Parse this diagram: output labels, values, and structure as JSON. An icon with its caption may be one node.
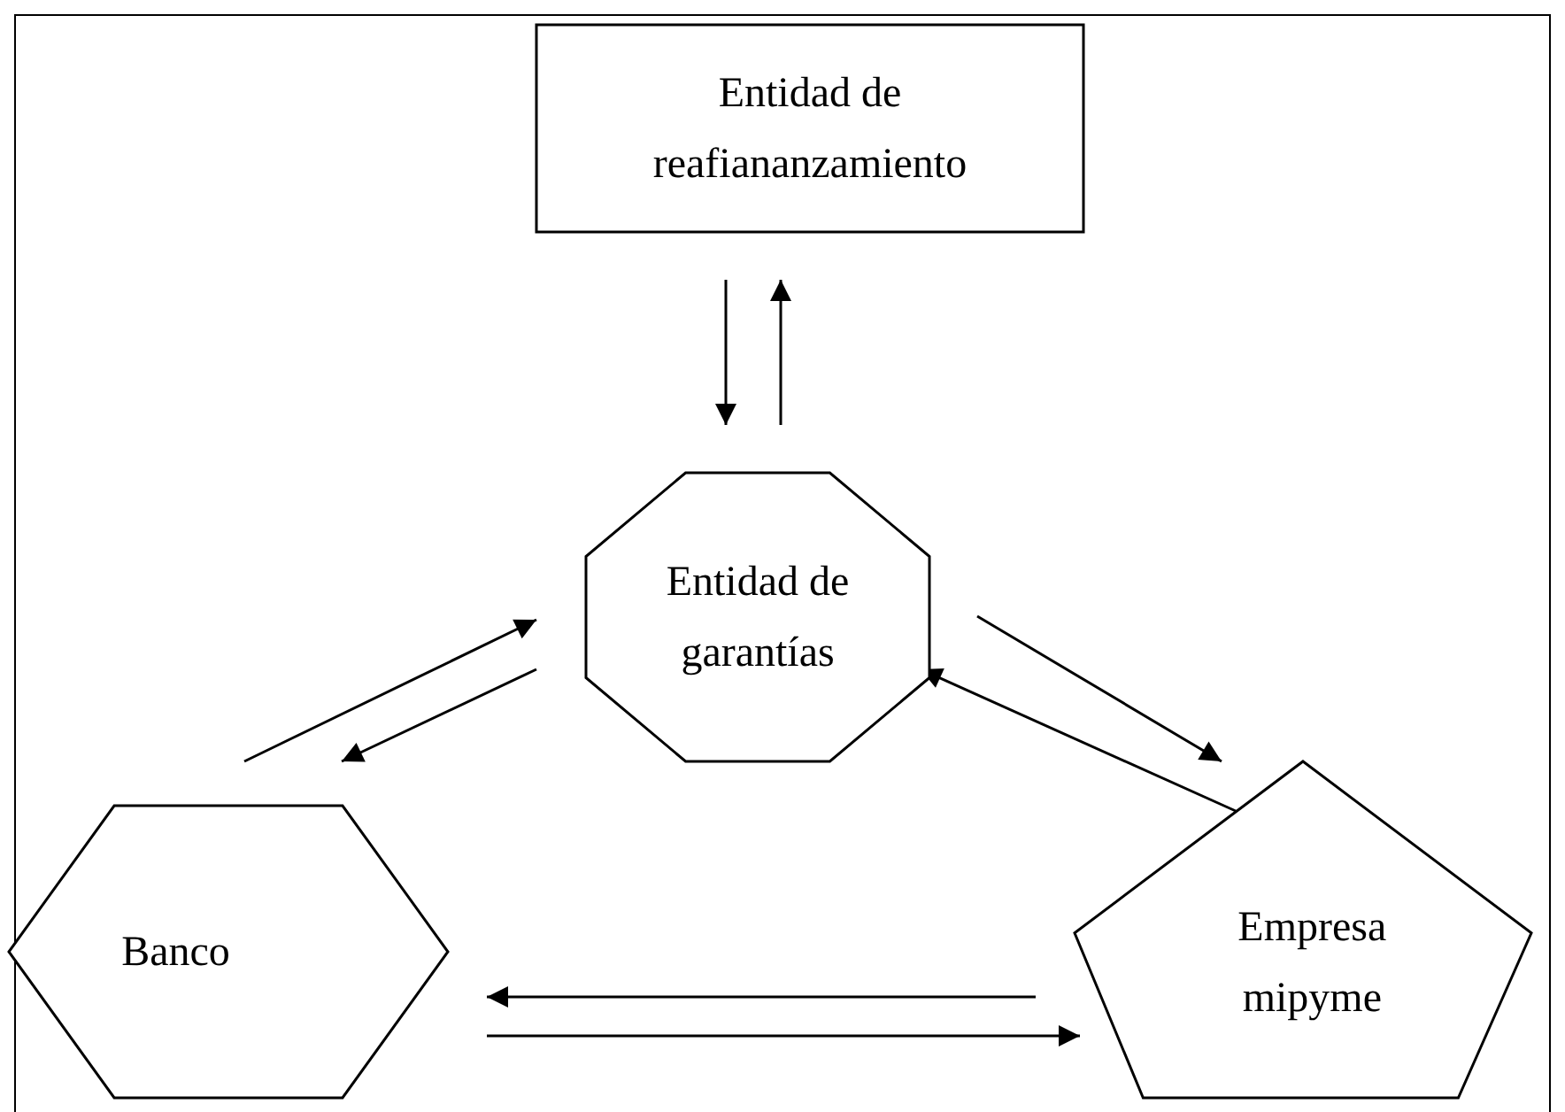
{
  "diagram": {
    "nodes": [
      {
        "text": [
          "Entidad de reafiananzamiento"
        ]
      },
      {
        "text": [
          "Entidad de garantías"
        ]
      },
      {
        "text": [
          "Banco"
        ]
      },
      {
        "text": [
          "Empresa mipyme"
        ]
      }
    ],
    "edges": [
      {
        "from": 0,
        "to": 1,
        "arrow": "to"
      },
      {
        "from": 1,
        "to": 0,
        "arrow": "to"
      },
      {
        "from": 2,
        "to": 1,
        "arrow": "to"
      },
      {
        "from": 1,
        "to": 2,
        "arrow": "to"
      },
      {
        "from": 1,
        "to": 3,
        "arrow": "to"
      },
      {
        "from": 3,
        "to": 1,
        "arrow": "to"
      },
      {
        "from": 3,
        "to": 2,
        "arrow": "to"
      },
      {
        "from": 2,
        "to": 3,
        "arrow": "to"
      }
    ]
  }
}
